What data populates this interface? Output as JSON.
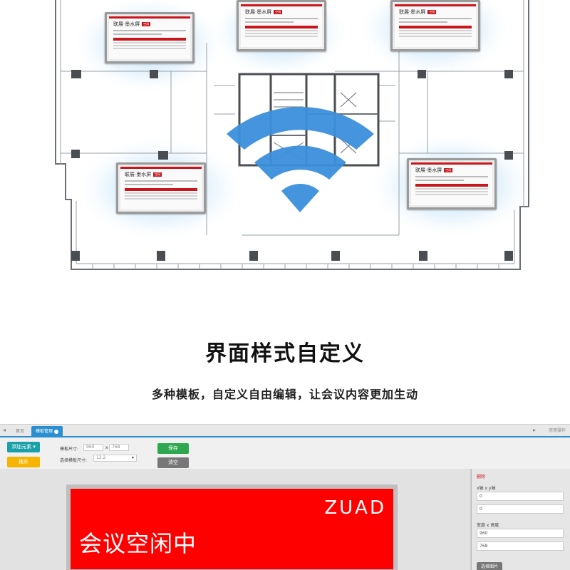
{
  "floorplan": {
    "cards": [
      {
        "title": "联展·墨水屏",
        "tag": "空闲"
      },
      {
        "title": "联展·墨水屏",
        "tag": "空闲"
      },
      {
        "title": "联展·墨水屏",
        "tag": "空闲"
      },
      {
        "title": "联展·墨水屏",
        "tag": "空闲"
      },
      {
        "title": "联展·墨水屏",
        "tag": "空闲"
      }
    ],
    "colors": {
      "wifi": "#3b8fdc",
      "glow": "#bfe0f7",
      "accent": "#c8161d"
    }
  },
  "heading": {
    "title": "界面样式自定义",
    "subtitle": "多种模板，自定义自由编辑，让会议内容更加生动"
  },
  "editor": {
    "tabs": [
      {
        "label": "首页"
      },
      {
        "label": "模板管理"
      }
    ],
    "common_ops": "常用操作",
    "toolbar": {
      "add_element": "添加元素",
      "insert": "插东",
      "size_label": "模板尺寸:",
      "width_value": "960",
      "times": "x",
      "height_value": "768",
      "select_size_label": "选择模板尺寸:",
      "select_size_value": "12.2",
      "save": "保存",
      "clear": "清空"
    },
    "preview": {
      "brand": "ZUAD",
      "status": "会议空闲中"
    },
    "props": {
      "delete": "删除",
      "xy_label": "x轴 x y轴",
      "x_value": "0",
      "y_value": "0",
      "wh_label": "宽度 x 高度",
      "w_value": "960",
      "h_value": "768",
      "select_image": "选择图片"
    }
  }
}
